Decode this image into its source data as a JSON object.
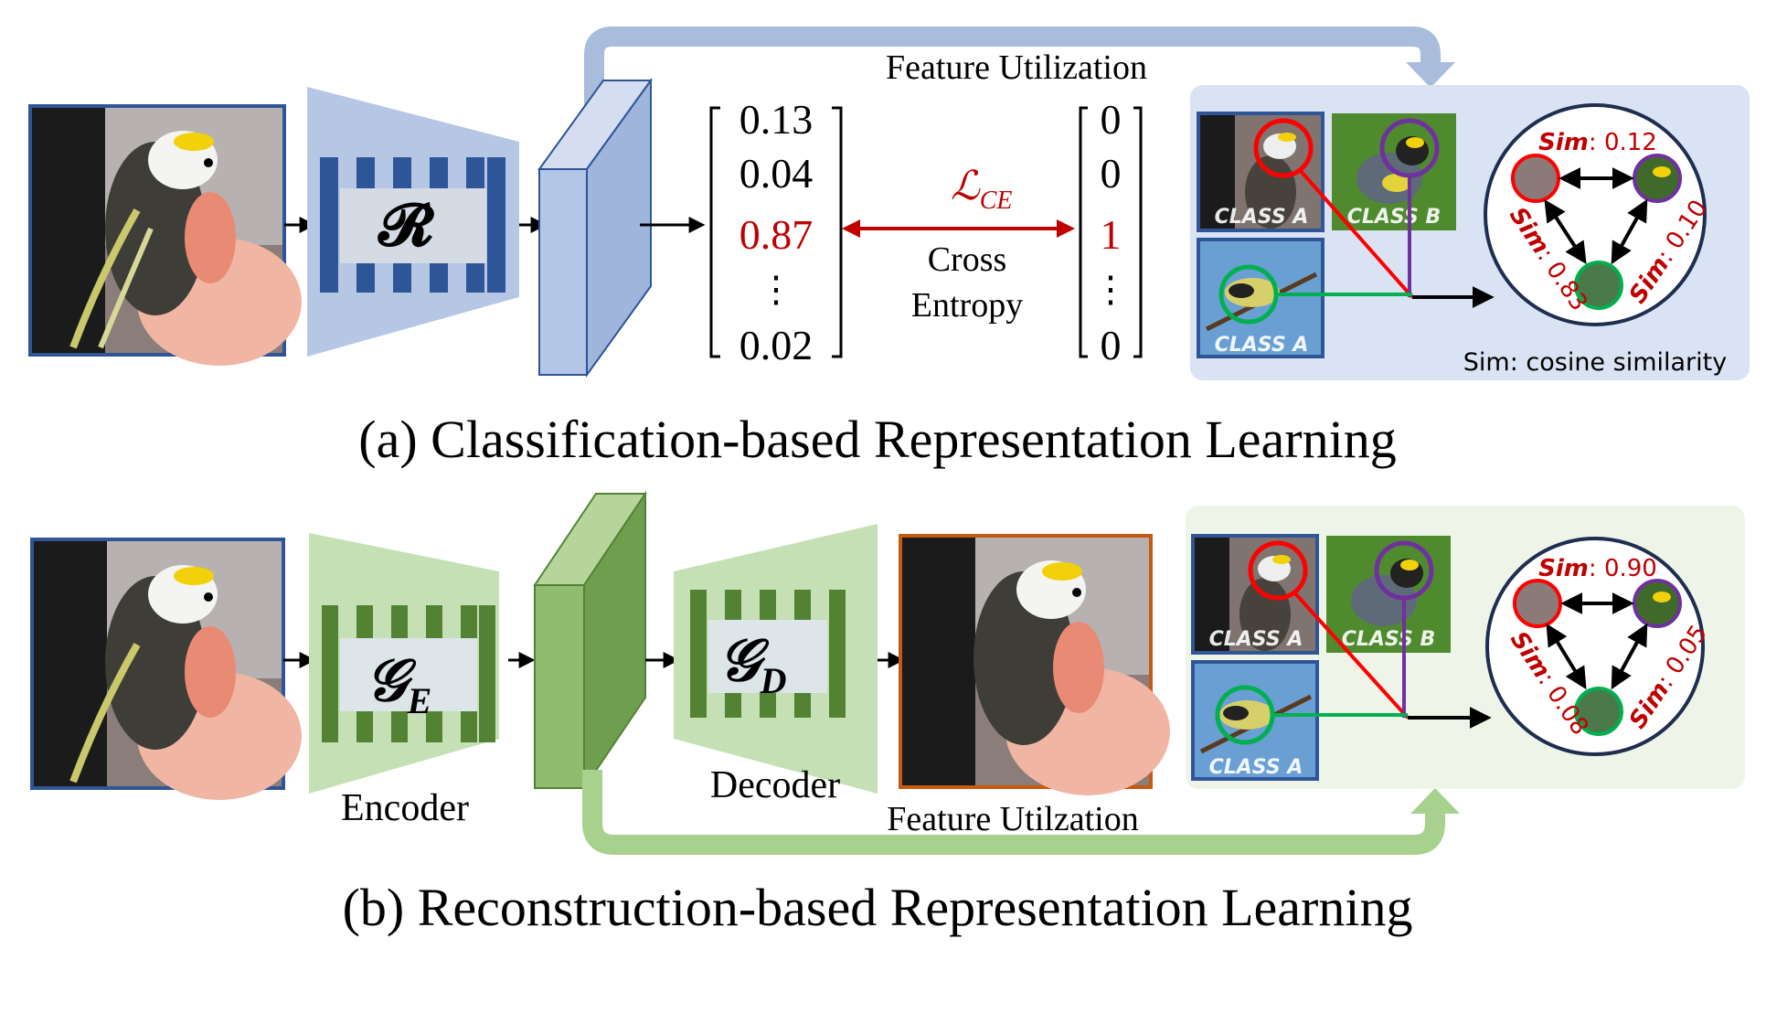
{
  "colors": {
    "blue_panel": "#b6c7e6",
    "blue_stripe": "#2e5597",
    "blue_plate": "#b4c6e7",
    "blue_outline": "#2f5597",
    "blue_arrow": "#a9bcdc",
    "blue_bg": "#dae3f3",
    "green_panel": "#c5e0b4",
    "green_stripe": "#548235",
    "green_plate": "#8fbc6f",
    "green_outline": "#548235",
    "green_arrow": "#a9d18e",
    "green_bg": "#eef5e8",
    "red": "#c00000",
    "purple": "#7030a0",
    "green_line": "#00b050",
    "frame_orange": "#c55a11"
  },
  "top": {
    "network_symbol": "𝓡",
    "feature_arrow_label": "Feature Utilization",
    "prediction": [
      "0.13",
      "0.04",
      "0.87",
      "⋮",
      "0.02"
    ],
    "target": [
      "0",
      "0",
      "1",
      "⋮",
      "0"
    ],
    "loss": {
      "symbol": "ℒ",
      "subscript": "CE",
      "line1": "Cross",
      "line2": "Entropy"
    },
    "thumbs": [
      {
        "label": "CLASS A",
        "kind": "blue-bird"
      },
      {
        "label": "CLASS B",
        "kind": "green-bird"
      },
      {
        "label": "CLASS A",
        "kind": "blue-bird"
      }
    ],
    "sims": {
      "top": "0.12",
      "left": "0.83",
      "right": "0.10"
    },
    "sim_word": "Sim",
    "sim_note": "Sim: cosine similarity",
    "caption": "(a) Classification-based Representation Learning"
  },
  "bottom": {
    "encoder_symbol": "𝒢",
    "encoder_sub": "E",
    "decoder_symbol": "𝒢",
    "decoder_sub": "D",
    "encoder_label": "Encoder",
    "decoder_label": "Decoder",
    "feature_arrow_label": "Feature Utilzation",
    "thumbs": [
      {
        "label": "CLASS A",
        "kind": "blue-bird"
      },
      {
        "label": "CLASS B",
        "kind": "green-bird"
      },
      {
        "label": "CLASS A",
        "kind": "blue-bird"
      }
    ],
    "sims": {
      "top": "0.90",
      "left": "0.08",
      "right": "0.05"
    },
    "sim_word": "Sim",
    "caption": "(b) Reconstruction-based Representation Learning"
  }
}
